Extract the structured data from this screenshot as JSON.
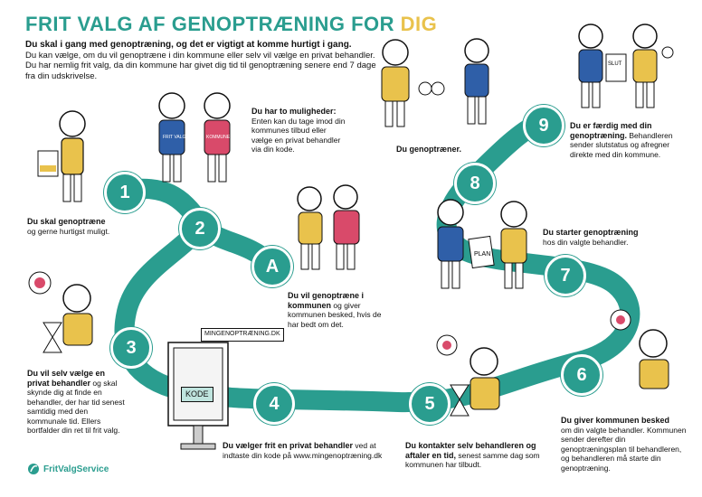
{
  "title": {
    "main": "FRIT VALG AF GENOPTRÆNING FOR ",
    "highlight": "DIG"
  },
  "intro": {
    "heading": "Du skal i gang med genoptræning, og det er vigtigt at komme hurtigt i gang.",
    "line1": "Du kan vælge, om du vil genoptræne i din kommune eller selv vil vælge en privat behandler.",
    "line2": "Du har nemlig frit valg, da din kommune har givet dig tid til genoptræning senere end 7 dage fra din udskrivelse."
  },
  "steps": {
    "s1": {
      "num": "1",
      "bold": "Du skal genoptræne",
      "text": "og gerne hurtigst muligt."
    },
    "s2": {
      "num": "2",
      "bold": "Du har to muligheder:",
      "text": "Enten kan du tage imod din kommunes tilbud eller vælge en privat behandler via din kode."
    },
    "sA": {
      "num": "A",
      "bold": "Du vil genoptræne i kommunen",
      "text": "og giver kommunen besked, hvis de har bedt om det."
    },
    "s3": {
      "num": "3",
      "bold": "Du vil selv vælge en privat behandler",
      "text": "og skal skynde dig at finde en behandler, der har tid senest samtidig med den kommunale tid. Ellers bortfalder din ret til frit valg."
    },
    "s4": {
      "num": "4",
      "bold": "Du vælger frit en privat behandler",
      "text": "ved at indtaste din kode på www.mingenoptræning.dk"
    },
    "s5": {
      "num": "5",
      "bold": "Du kontakter selv behandleren og aftaler en tid,",
      "text": "senest samme dag som kommunen har tilbudt."
    },
    "s6": {
      "num": "6",
      "bold": "Du giver kommunen besked",
      "text": "om din valgte behandler. Kommunen sender derefter din genoptræningsplan til behandleren, og behandleren må starte din genoptræning."
    },
    "s7": {
      "num": "7",
      "bold": "Du starter genoptræning",
      "text": "hos din valgte behandler."
    },
    "s8": {
      "num": "8",
      "bold": "Du genoptræner.",
      "text": ""
    },
    "s9": {
      "num": "9",
      "bold": "Du er færdig med din genoptræning.",
      "text": "Behandleren sender slutstatus og afregner direkte med din kommune."
    }
  },
  "screen": {
    "url": "MINGENOPTRÆNING.DK",
    "code": "KODE"
  },
  "labels": {
    "frit_valg": "FRIT VALG",
    "kommune": "KOMMUNE",
    "plan": "PLAN",
    "slut": "SLUT"
  },
  "logo": "FritValgService",
  "colors": {
    "teal": "#2a9d8f",
    "yellow": "#e9c24c",
    "blue": "#2f5fa8",
    "red": "#d94a6a"
  }
}
